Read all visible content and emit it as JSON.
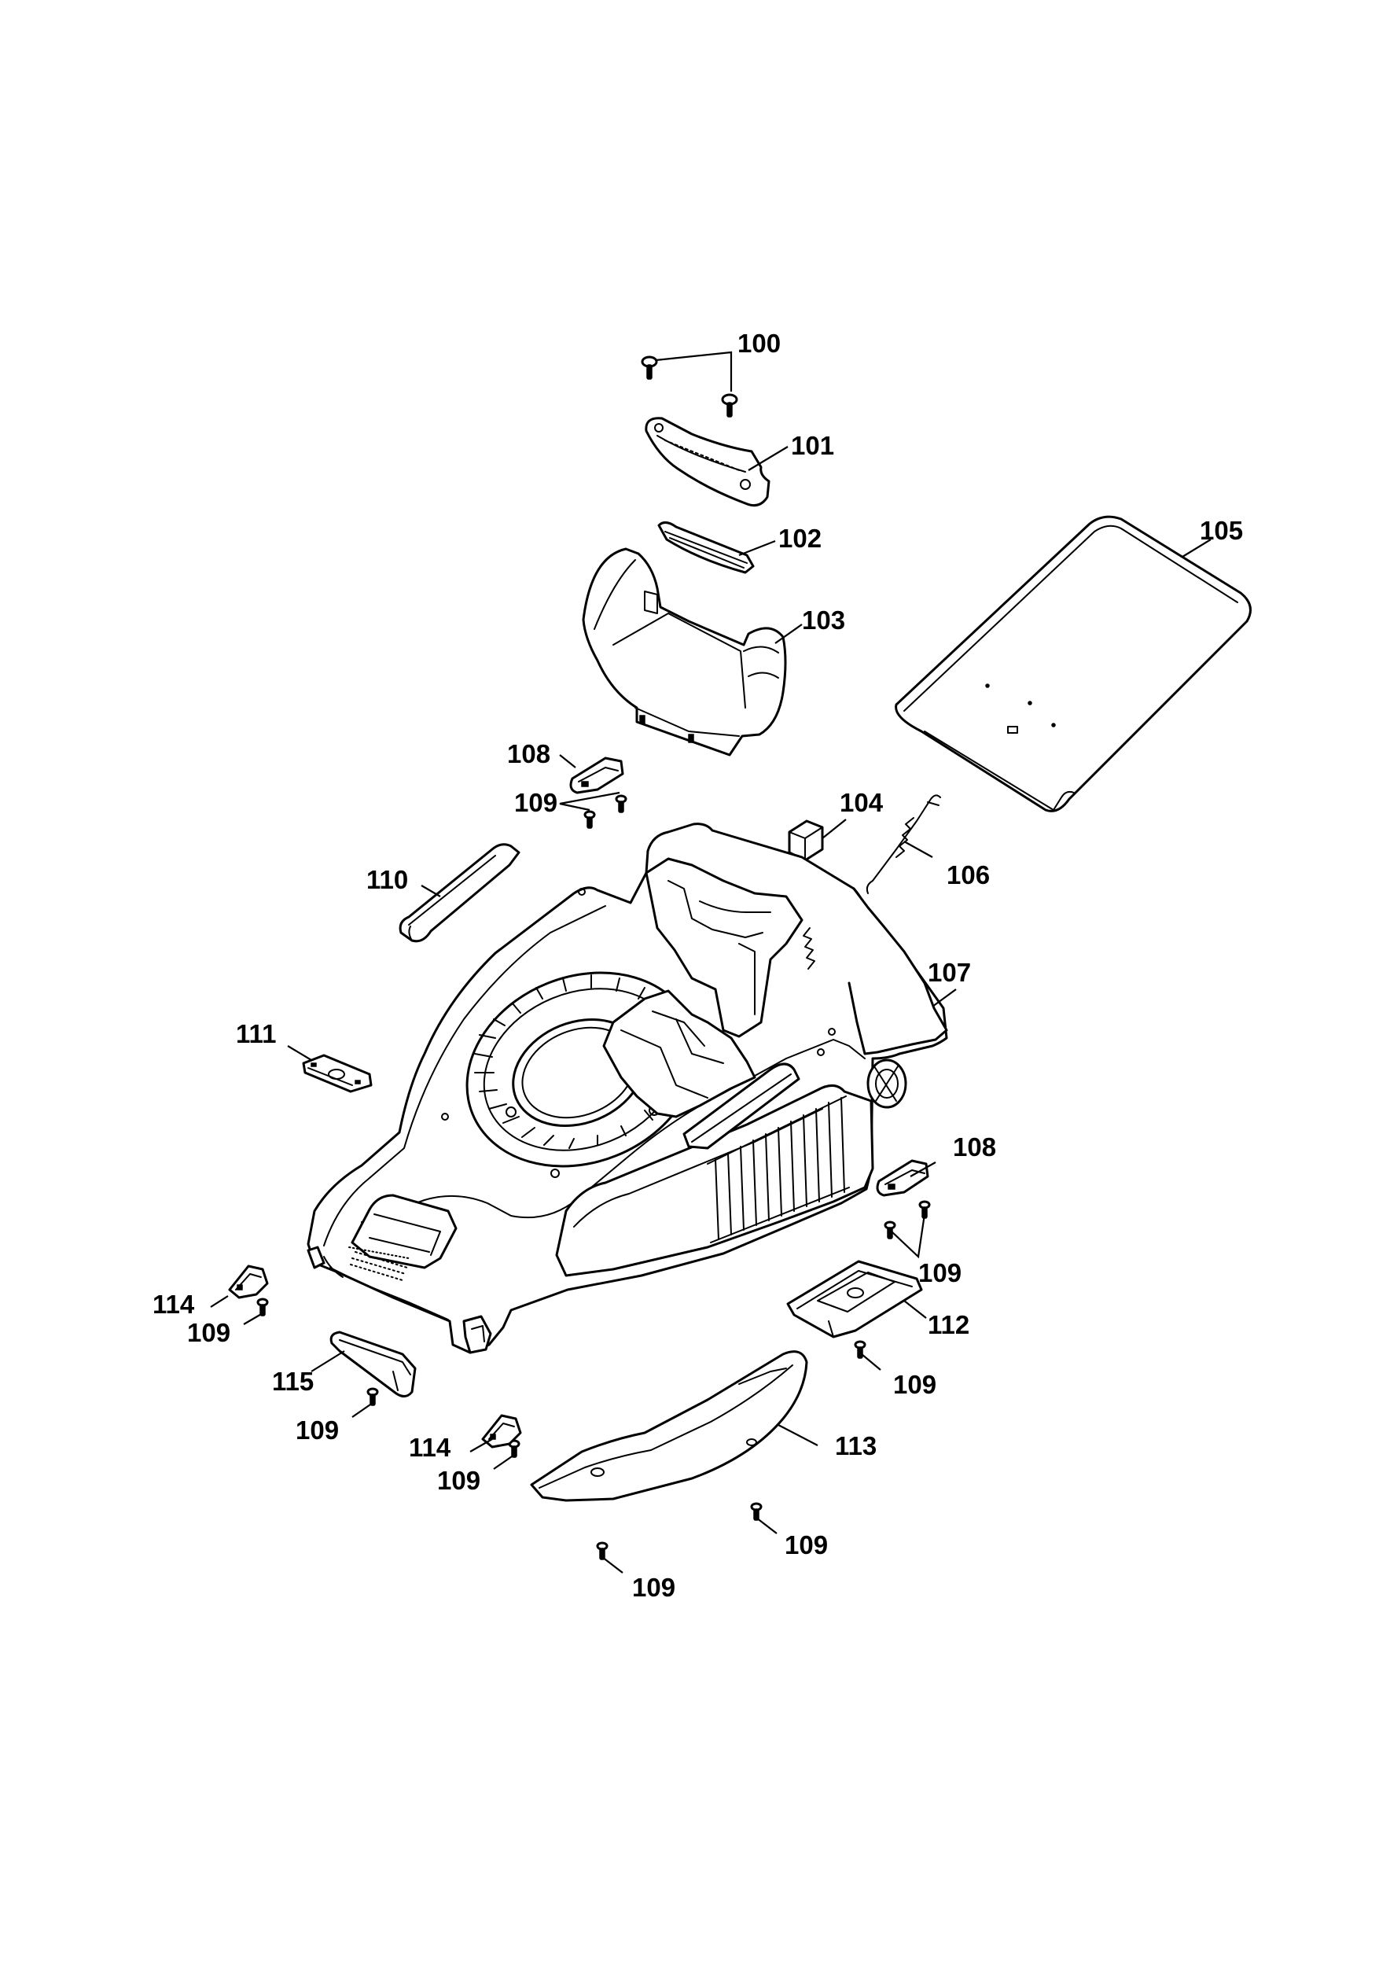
{
  "callouts": {
    "c100": "100",
    "c101": "101",
    "c102": "102",
    "c103": "103",
    "c104": "104",
    "c105": "105",
    "c106": "106",
    "c107": "107",
    "c108a": "108",
    "c108b": "108",
    "c109a": "109",
    "c109b": "109",
    "c109c": "109",
    "c109d": "109",
    "c109e": "109",
    "c109f": "109",
    "c109g": "109",
    "c109h": "109",
    "c110": "110",
    "c111": "111",
    "c112": "112",
    "c113": "113",
    "c114a": "114",
    "c114b": "114",
    "c115": "115"
  }
}
